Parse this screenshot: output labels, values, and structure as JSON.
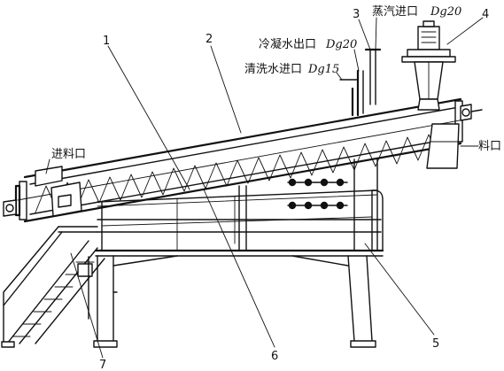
{
  "callouts": {
    "n1": "1",
    "n2": "2",
    "n3": "3",
    "n4": "4",
    "n5": "5",
    "n6": "6",
    "n7": "7"
  },
  "labels": {
    "feed_inlet": "进料口",
    "discharge": "料口",
    "steam_inlet": "蒸汽进口",
    "steam_size": "Dg20",
    "condensate_outlet": "冷凝水出口",
    "condensate_size": "Dg20",
    "wash_inlet": "清洗水进口",
    "wash_size": "Dg15"
  },
  "icons": [
    "motor-icon",
    "screw-flight-icon",
    "valve-icon"
  ]
}
